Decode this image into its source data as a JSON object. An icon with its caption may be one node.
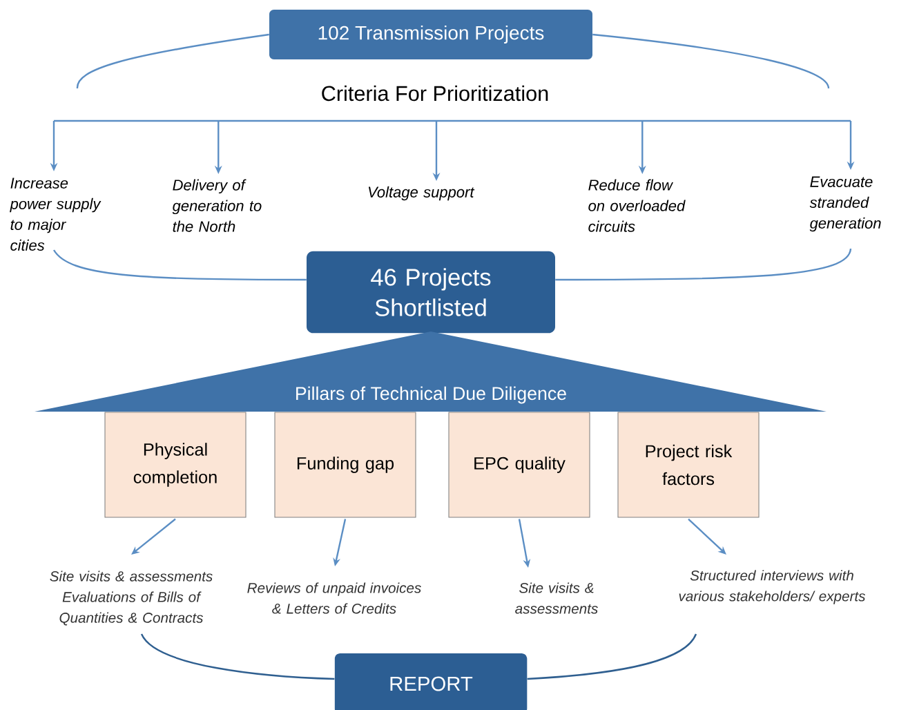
{
  "diagram": {
    "nodes": [
      {
        "text": [
          "102 Transmission Projects"
        ]
      },
      {
        "text": [
          "Increase power supply to major cities"
        ]
      },
      {
        "text": [
          "Delivery of generation to the North"
        ]
      },
      {
        "text": [
          "Voltage support"
        ]
      },
      {
        "text": [
          "Reduce flow on overloaded circuits"
        ]
      },
      {
        "text": [
          "Evacuate stranded generation"
        ]
      },
      {
        "text": [
          "46 Projects Shortlisted"
        ]
      },
      {
        "text": [
          "Pillars of Technical Due Diligence"
        ]
      },
      {
        "text": [
          "Physical completion"
        ]
      },
      {
        "text": [
          "Funding gap"
        ]
      },
      {
        "text": [
          "EPC quality"
        ]
      },
      {
        "text": [
          "Project risk factors"
        ]
      },
      {
        "text": [
          "Site visits & assessments Evaluations of Bills of Quantities & Contracts"
        ]
      },
      {
        "text": [
          "Reviews of unpaid invoices & Letters of Credits"
        ]
      },
      {
        "text": [
          "Site visits & assessments"
        ]
      },
      {
        "text": [
          "Structured interviews with various stakeholders/ experts"
        ]
      },
      {
        "text": [
          "REPORT"
        ]
      }
    ],
    "edges": [
      {
        "from": 0,
        "to": null,
        "arrow": "none"
      },
      {
        "from": 0,
        "to": null,
        "arrow": "none"
      },
      {
        "from": null,
        "to": 1,
        "arrow": "to"
      },
      {
        "from": null,
        "to": 2,
        "arrow": "to"
      },
      {
        "from": null,
        "to": 3,
        "arrow": "to"
      },
      {
        "from": null,
        "to": 4,
        "arrow": "to"
      },
      {
        "from": null,
        "to": 5,
        "arrow": "to"
      },
      {
        "from": 1,
        "to": 6,
        "arrow": "none"
      },
      {
        "from": 5,
        "to": 6,
        "arrow": "none"
      },
      {
        "from": 8,
        "to": 12,
        "arrow": "to"
      },
      {
        "from": 9,
        "to": 13,
        "arrow": "to"
      },
      {
        "from": 10,
        "to": 14,
        "arrow": "to"
      },
      {
        "from": 11,
        "to": 15,
        "arrow": "to"
      },
      {
        "from": 12,
        "to": 16,
        "arrow": "none"
      },
      {
        "from": 15,
        "to": 16,
        "arrow": "none"
      }
    ],
    "labels": [
      "Criteria For Prioritization"
    ]
  }
}
